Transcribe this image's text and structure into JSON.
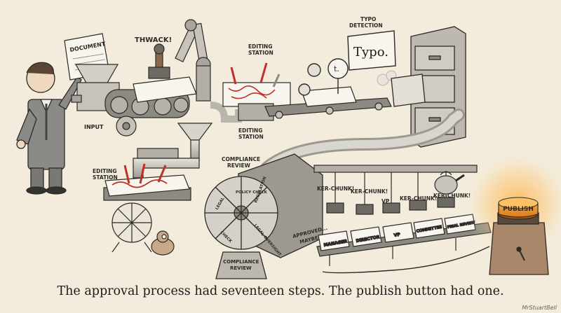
{
  "caption": "The approval process had seventeen steps. The publish button had one.",
  "signature": "MrStuartBell",
  "labels": {
    "document": "DOCUMENT",
    "thwack": "THWACK!",
    "input": "INPUT",
    "editing_station_top_line1": "EDITING",
    "editing_station_top_line2": "STATION",
    "editing_station_mid_line1": "EDITING",
    "editing_station_mid_line2": "STATION",
    "editing_station_left_line1": "EDITING",
    "editing_station_left_line2": "STATION",
    "typo_detection_line1": "TYPO",
    "typo_detection_line2": "DETECTION",
    "typo_sign": "Typo.",
    "lens_letter": "t.",
    "compliance_review_top_line1": "COMPLIANCE",
    "compliance_review_top_line2": "REVIEW",
    "compliance_review_base_line1": "COMPLIANCE",
    "compliance_review_base_line2": "REVIEW",
    "wheel_policy_check": "POLICY CHECK",
    "wheel_legal": "LEGAL",
    "wheel_legal_oversight": "LEGAL OVERSIGHT",
    "wheel_check": "CHECK",
    "wheel_regulation": "REGULATION",
    "approved_maybe_line1": "APPROVED...",
    "approved_maybe_line2": "MAYBE",
    "kerchunk_1": "KER-CHUNK!",
    "kerchunk_2": "KER-CHUNK!",
    "vp": "VP",
    "kerchunk_3": "KER-CHUNK!",
    "kerchunk_4": "KER-CHUNK!",
    "stamp_manager": "MANAGER",
    "stamp_director": "DIRECTOR",
    "stamp_vp": "VP",
    "stamp_committee": "COMMITTEE",
    "stamp_final_review": "FINAL REVIEW",
    "publish_button": "PUBLISH"
  },
  "colors": {
    "background": "#f3ecdc",
    "ink": "#2c2a26",
    "metal": "#b9b5ad",
    "red_marks": "#c0302a",
    "button_orange": "#f2a23c",
    "glow": "#ffb347",
    "button_housing": "#a8876a"
  }
}
